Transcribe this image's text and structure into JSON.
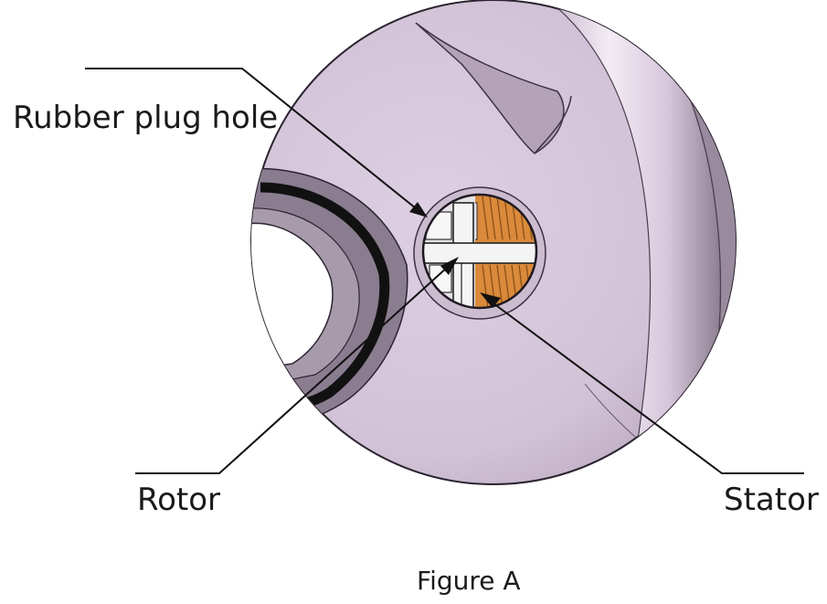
{
  "labels": {
    "rubber_plug_hole": "Rubber plug hole",
    "rotor": "Rotor",
    "stator": "Stator"
  },
  "caption": "Figure A",
  "colors": {
    "body": "#d8c8dc",
    "body_shadow": "#a898ac",
    "groove": "#efe7f0",
    "rim_dark": "#7a6c7e",
    "ring_black": "#111111",
    "winding": "#d98a3a",
    "rotor_white": "#f4f4f4",
    "leader_line": "#111111"
  },
  "icons": {
    "plug_hole": "circle-window-icon",
    "arrowhead": "arrowhead-icon"
  }
}
